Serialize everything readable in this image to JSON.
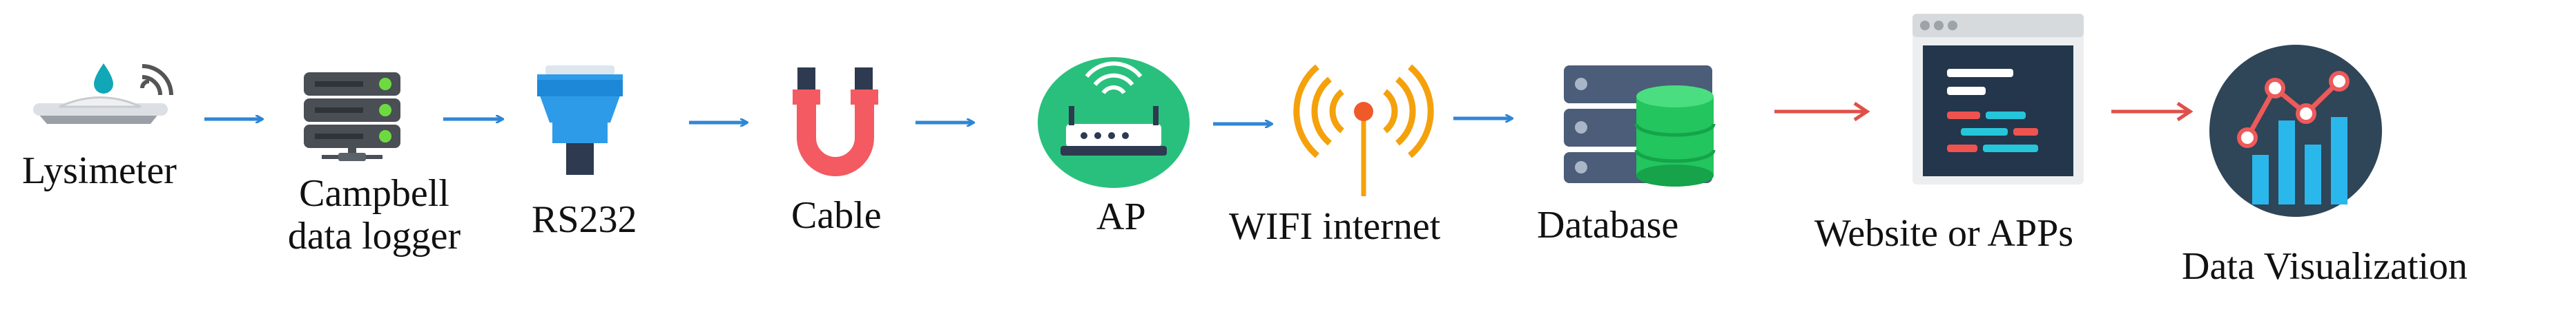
{
  "nodes": [
    {
      "id": "lysimeter",
      "label": "Lysimeter",
      "icon": "lysimeter-icon"
    },
    {
      "id": "logger",
      "label_line1": "Campbell",
      "label_line2": "data logger",
      "icon": "server-rack-icon"
    },
    {
      "id": "rs232",
      "label": "RS232",
      "icon": "rs232-connector-icon"
    },
    {
      "id": "cable",
      "label": "Cable",
      "icon": "cable-icon"
    },
    {
      "id": "ap",
      "label": "AP",
      "icon": "wifi-router-icon"
    },
    {
      "id": "wifi",
      "label": "WIFI internet",
      "icon": "wifi-antenna-icon"
    },
    {
      "id": "database",
      "label": "Database",
      "icon": "database-icon"
    },
    {
      "id": "website",
      "label": "Website or APPs",
      "icon": "browser-code-icon"
    },
    {
      "id": "visualization",
      "label": "Data Visualization",
      "icon": "chart-icon"
    }
  ],
  "edges": [
    {
      "from": "lysimeter",
      "to": "logger",
      "color": "#2f86d6"
    },
    {
      "from": "logger",
      "to": "rs232",
      "color": "#2f86d6"
    },
    {
      "from": "rs232",
      "to": "cable",
      "color": "#2f86d6"
    },
    {
      "from": "cable",
      "to": "ap",
      "color": "#2f86d6"
    },
    {
      "from": "ap",
      "to": "wifi",
      "color": "#2f86d6"
    },
    {
      "from": "wifi",
      "to": "database",
      "color": "#2f86d6"
    },
    {
      "from": "database",
      "to": "website",
      "color": "#e0504a"
    },
    {
      "from": "website",
      "to": "visualization",
      "color": "#e0504a"
    }
  ],
  "colors": {
    "blue_arrow": "#2f86d6",
    "red_arrow": "#e0504a",
    "server_dark": "#4a4f55",
    "server_green": "#6ddb3f",
    "connector_blue": "#2e9be8",
    "connector_dark": "#2d3a4f",
    "cable_red": "#f35a62",
    "router_green": "#29c07d",
    "antenna_orange": "#f5a10c",
    "db_slate": "#4b5d78",
    "db_green": "#22c55e",
    "browser_navy": "#23364b",
    "chart_navy": "#2f4558",
    "chart_cyan": "#2ab7ec",
    "chart_red": "#ee5a5a"
  }
}
